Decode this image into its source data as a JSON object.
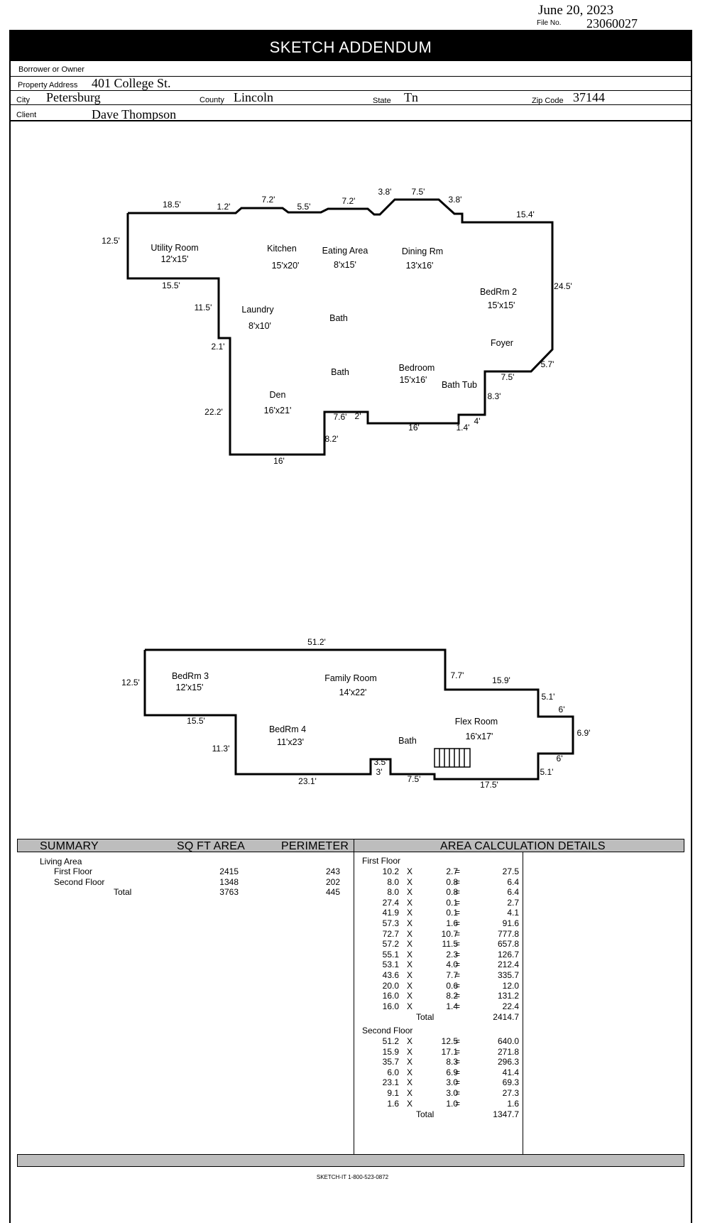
{
  "header": {
    "date": "June 20, 2023",
    "file_no_label": "File No.",
    "file_no": "23060027",
    "title": "SKETCH ADDENDUM"
  },
  "info": {
    "borrower_label": "Borrower or Owner",
    "borrower": "",
    "address_label": "Property Address",
    "address": "401 College St.",
    "city_label": "City",
    "city": "Petersburg",
    "county_label": "County",
    "county": "Lincoln",
    "state_label": "State",
    "state": "Tn",
    "zip_label": "Zip Code",
    "zip": "37144",
    "client_label": "Client",
    "client": "Dave Thompson"
  },
  "sketch1": {
    "rooms": [
      {
        "name": "Utility Room",
        "size": "12'x15'"
      },
      {
        "name": "Kitchen",
        "size": "15'x20'"
      },
      {
        "name": "Eating Area",
        "size": "8'x15'"
      },
      {
        "name": "Dining Rm",
        "size": "13'x16'"
      },
      {
        "name": "BedRm 2",
        "size": "15'x15'"
      },
      {
        "name": "Laundry",
        "size": "8'x10'"
      },
      {
        "name": "Bath",
        "size": ""
      },
      {
        "name": "Foyer",
        "size": ""
      },
      {
        "name": "Bath",
        "size": ""
      },
      {
        "name": "Bedroom",
        "size": "15'x16'"
      },
      {
        "name": "Bath Tub",
        "size": ""
      },
      {
        "name": "Den",
        "size": "16'x21'"
      }
    ],
    "dims": [
      "18.5'",
      "1.2'",
      "7.2'",
      "5.5'",
      "7.2'",
      "3.8'",
      "7.5'",
      "3.8'",
      "15.4'",
      "12.5'",
      "15.5'",
      "24.5'",
      "11.5'",
      "2.1'",
      "5.7'",
      "7.5'",
      "8.3'",
      "22.2'",
      "7.6'",
      "2'",
      "16'",
      "1.4'",
      "4'",
      "8.2'",
      "16'"
    ]
  },
  "sketch2": {
    "rooms": [
      {
        "name": "BedRm 3",
        "size": "12'x15'"
      },
      {
        "name": "Family Room",
        "size": "14'x22'"
      },
      {
        "name": "BedRm 4",
        "size": "11'x23'"
      },
      {
        "name": "Flex Room",
        "size": "16'x17'"
      },
      {
        "name": "Bath",
        "size": ""
      }
    ],
    "dims": [
      "51.2'",
      "12.5'",
      "7.7'",
      "15.9'",
      "5.1'",
      "6'",
      "6.9'",
      "15.5'",
      "11.3'",
      "6'",
      "5.1'",
      "3.5'",
      "3'",
      "23.1'",
      "7.5'",
      "17.5'"
    ]
  },
  "summary": {
    "headers": {
      "summary": "SUMMARY",
      "sqft": "SQ FT AREA",
      "perimeter": "PERIMETER",
      "details": "AREA CALCULATION DETAILS"
    },
    "living_area": "Living Area",
    "rows": [
      {
        "label": "First Floor",
        "sqft": "2415",
        "perimeter": "243"
      },
      {
        "label": "Second Floor",
        "sqft": "1348",
        "perimeter": "202"
      },
      {
        "label": "Total",
        "sqft": "3763",
        "perimeter": "445"
      }
    ]
  },
  "details": {
    "first_floor": {
      "label": "First Floor",
      "rows": [
        {
          "a": "10.2",
          "x": "X",
          "b": "2.7",
          "eq": "=",
          "r": "27.5"
        },
        {
          "a": "8.0",
          "x": "X",
          "b": "0.8",
          "eq": "=",
          "r": "6.4"
        },
        {
          "a": "8.0",
          "x": "X",
          "b": "0.8",
          "eq": "=",
          "r": "6.4"
        },
        {
          "a": "27.4",
          "x": "X",
          "b": "0.1",
          "eq": "=",
          "r": "2.7"
        },
        {
          "a": "41.9",
          "x": "X",
          "b": "0.1",
          "eq": "=",
          "r": "4.1"
        },
        {
          "a": "57.3",
          "x": "X",
          "b": "1.6",
          "eq": "=",
          "r": "91.6"
        },
        {
          "a": "72.7",
          "x": "X",
          "b": "10.7",
          "eq": "=",
          "r": "777.8"
        },
        {
          "a": "57.2",
          "x": "X",
          "b": "11.5",
          "eq": "=",
          "r": "657.8"
        },
        {
          "a": "55.1",
          "x": "X",
          "b": "2.3",
          "eq": "=",
          "r": "126.7"
        },
        {
          "a": "53.1",
          "x": "X",
          "b": "4.0",
          "eq": "=",
          "r": "212.4"
        },
        {
          "a": "43.6",
          "x": "X",
          "b": "7.7",
          "eq": "=",
          "r": "335.7"
        },
        {
          "a": "20.0",
          "x": "X",
          "b": "0.6",
          "eq": "=",
          "r": "12.0"
        },
        {
          "a": "16.0",
          "x": "X",
          "b": "8.2",
          "eq": "=",
          "r": "131.2"
        },
        {
          "a": "16.0",
          "x": "X",
          "b": "1.4",
          "eq": "=",
          "r": "22.4"
        }
      ],
      "total_label": "Total",
      "total": "2414.7"
    },
    "second_floor": {
      "label": "Second Floor",
      "rows": [
        {
          "a": "51.2",
          "x": "X",
          "b": "12.5",
          "eq": "=",
          "r": "640.0"
        },
        {
          "a": "15.9",
          "x": "X",
          "b": "17.1",
          "eq": "=",
          "r": "271.8"
        },
        {
          "a": "35.7",
          "x": "X",
          "b": "8.3",
          "eq": "=",
          "r": "296.3"
        },
        {
          "a": "6.0",
          "x": "X",
          "b": "6.9",
          "eq": "=",
          "r": "41.4"
        },
        {
          "a": "23.1",
          "x": "X",
          "b": "3.0",
          "eq": "=",
          "r": "69.3"
        },
        {
          "a": "9.1",
          "x": "X",
          "b": "3.0",
          "eq": "=",
          "r": "27.3"
        },
        {
          "a": "1.6",
          "x": "X",
          "b": "1.0",
          "eq": "=",
          "r": "1.6"
        }
      ],
      "total_label": "Total",
      "total": "1347.7"
    }
  },
  "footer": "SKETCH-IT 1-800-523-0872"
}
